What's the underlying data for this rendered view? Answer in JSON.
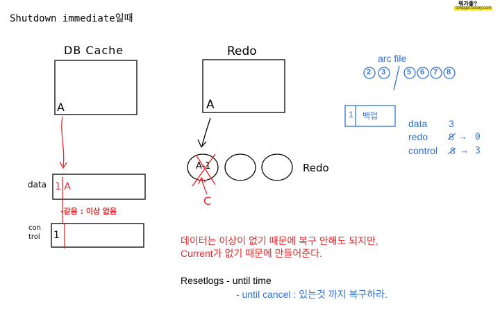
{
  "title": "Shutdown immediate일때",
  "logo": {
    "top": "뭐가좋?",
    "sub": "simpgur.tistory.com"
  },
  "db_cache": {
    "label": "DB Cache",
    "cell": "A"
  },
  "redo_box": {
    "label": "Redo",
    "cell": "A"
  },
  "redo_logs": {
    "label": "Redo",
    "first_cell": "A-1",
    "mark": "C"
  },
  "datafile": {
    "label": "data",
    "value": "1 A"
  },
  "control": {
    "label_top": "con",
    "label_bottom": "trol",
    "value": "1"
  },
  "note_scn": "-같음 : 이상 없음",
  "archive": {
    "label": "arc file",
    "numbers": [
      "2",
      "3",
      "5",
      "6",
      "7",
      "8"
    ]
  },
  "backup": {
    "number": "1",
    "label": "백업"
  },
  "status": {
    "data": {
      "label": "data",
      "value": "3"
    },
    "redo": {
      "label": "redo",
      "old": "8",
      "new": "0"
    },
    "control": {
      "label": "control",
      "old": "8",
      "new": "3"
    }
  },
  "explanation": {
    "line1": "데이터는 이상이 없기 때문에 복구 안해도 되지만,",
    "line2": "Current가 없기 때문에 만들어준다."
  },
  "resetlogs": {
    "line1": "Resetlogs - until time",
    "line2": "- until cancel : 있는것 까지 복구하라."
  }
}
